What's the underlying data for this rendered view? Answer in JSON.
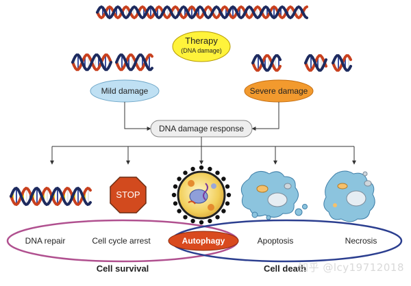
{
  "therapy": {
    "title": "Therapy",
    "subtitle": "(DNA damage)"
  },
  "damage": {
    "mild": "Mild damage",
    "severe": "Severe damage"
  },
  "response": "DNA damage response",
  "stop_sign": "STOP",
  "outcomes": {
    "dna_repair": "DNA repair",
    "cell_cycle_arrest": "Cell cycle arrest",
    "autophagy": "Autophagy",
    "apoptosis": "Apoptosis",
    "necrosis": "Necrosis"
  },
  "groups": {
    "survival": "Cell survival",
    "death": "Cell death"
  },
  "watermark": "知乎 @lcy19712018",
  "colors": {
    "dna_red": "#c8401e",
    "dna_navy": "#1d2a5e",
    "dna_yellow": "#f2d21a",
    "therapy_fill": "#fff33b",
    "mild_fill": "#bfe0f3",
    "severe_fill": "#f29a2e",
    "survival_ellipse": "#b0508f",
    "death_ellipse": "#2b3e8f",
    "autophagy_fill": "#d94a1e",
    "cell_blue": "#8cc4de"
  }
}
